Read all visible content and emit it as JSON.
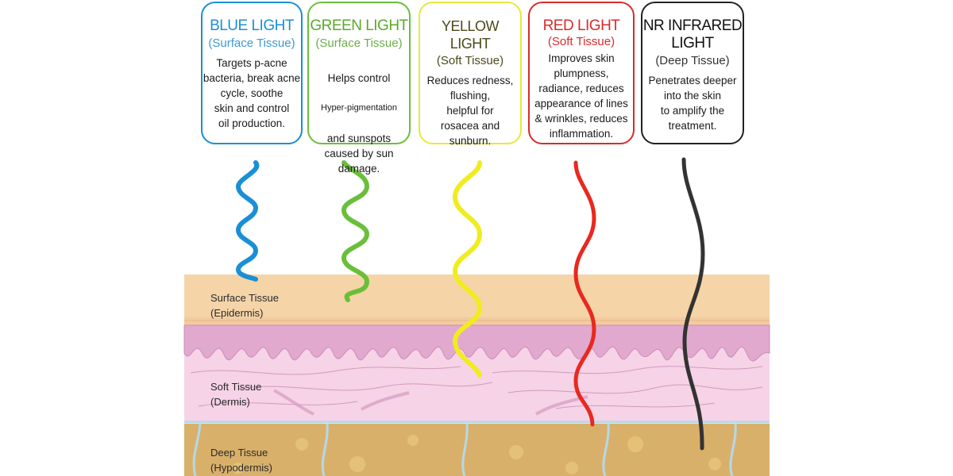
{
  "cards": [
    {
      "title": "BLUE LIGHT",
      "subtitle": "(Surface Tissue)",
      "description": "Targets p-acne\nbacteria, break acne\ncycle, soothe\nskin and control\noil production.",
      "color": "#1a8fd6",
      "title_color": "#1a8fd6"
    },
    {
      "title": "GREEN LIGHT",
      "subtitle": "(Surface Tissue)",
      "description_line1": "Helps control",
      "description_small": "Hyper-pigmentation",
      "description_rest": "and sunspots\ncaused by sun\ndamage.",
      "color": "#6abf3a",
      "title_color": "#5aaa2a"
    },
    {
      "title": "YELLOW LIGHT",
      "subtitle": "(Soft Tissue)",
      "description": "Reduces redness,\nflushing,\nhelpful for\nrosacea and\nsunburn.",
      "color": "#e8e83a",
      "title_color": "#4a4a1a"
    },
    {
      "title": "RED LIGHT",
      "subtitle": "(Soft Tissue)",
      "description": "Improves skin\nplumpness,\nradiance, reduces\nappearance of lines\n& wrinkles, reduces\ninflammation.",
      "color": "#d92b2b",
      "title_color": "#d92b2b"
    },
    {
      "title": "NR INFRARED\nLIGHT",
      "subtitle": "(Deep Tissue)",
      "description": "Penetrates deeper\ninto the skin\nto amplify the\ntreatment.",
      "color": "#222222",
      "title_color": "#111111"
    }
  ],
  "layers": [
    {
      "label": "Surface Tissue\n(Epidermis)",
      "color": "#f5d4a8"
    },
    {
      "label": "Soft Tissue\n(Dermis)",
      "color": "#f3cde2"
    },
    {
      "label": "Deep Tissue\n(Hypodermis)",
      "color": "#d9b06a"
    }
  ],
  "waves": [
    {
      "name": "blue",
      "color": "#1a8fd6"
    },
    {
      "name": "green",
      "color": "#6abf3a"
    },
    {
      "name": "yellow",
      "color": "#f0ec1e"
    },
    {
      "name": "red",
      "color": "#e8291f"
    },
    {
      "name": "infrared",
      "color": "#333333"
    }
  ]
}
